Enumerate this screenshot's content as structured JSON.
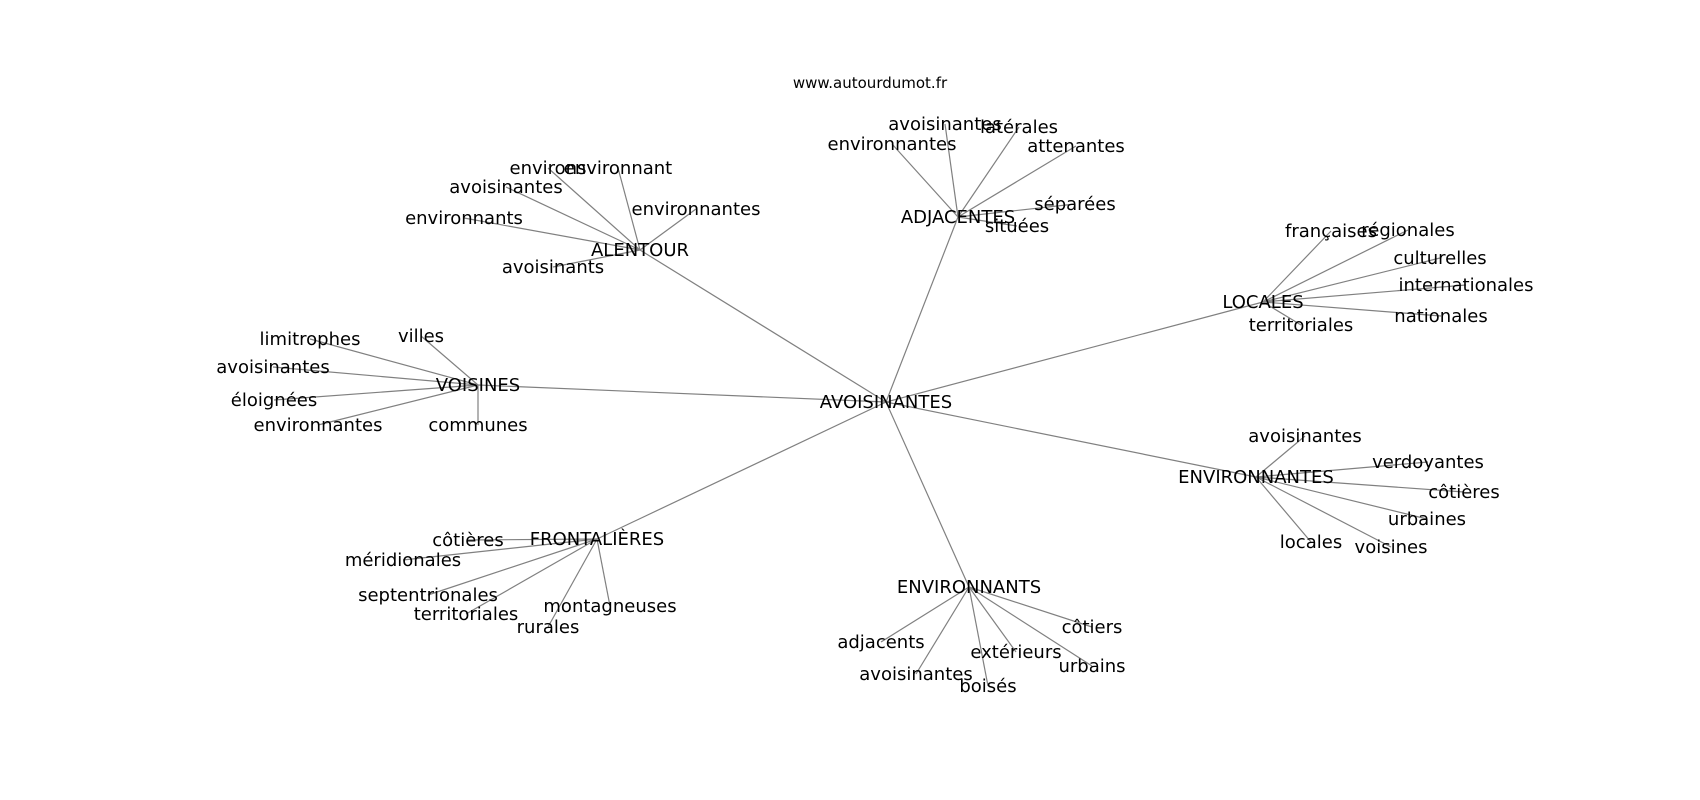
{
  "source": "www.autourdumot.fr",
  "center": "AVOISINANTES",
  "clusters": [
    {
      "hub": "ALENTOUR",
      "leaves": [
        "environs",
        "environnant",
        "avoisinantes",
        "environnantes",
        "environnants",
        "avoisinants"
      ]
    },
    {
      "hub": "ADJACENTES",
      "leaves": [
        "avoisinantes",
        "latérales",
        "environnantes",
        "attenantes",
        "séparées",
        "situées"
      ]
    },
    {
      "hub": "LOCALES",
      "leaves": [
        "françaises",
        "régionales",
        "culturelles",
        "internationales",
        "nationales",
        "territoriales"
      ]
    },
    {
      "hub": "VOISINES",
      "leaves": [
        "limitrophes",
        "villes",
        "avoisinantes",
        "éloignées",
        "environnantes",
        "communes"
      ]
    },
    {
      "hub": "ENVIRONNANTES",
      "leaves": [
        "avoisinantes",
        "verdoyantes",
        "côtières",
        "urbaines",
        "locales",
        "voisines"
      ]
    },
    {
      "hub": "FRONTALIÈRES",
      "leaves": [
        "côtières",
        "méridionales",
        "septentrionales",
        "territoriales",
        "montagneuses",
        "rurales"
      ]
    },
    {
      "hub": "ENVIRONNANTS",
      "leaves": [
        "adjacents",
        "côtiers",
        "extérieurs",
        "urbains",
        "avoisinantes",
        "boisés"
      ]
    }
  ]
}
